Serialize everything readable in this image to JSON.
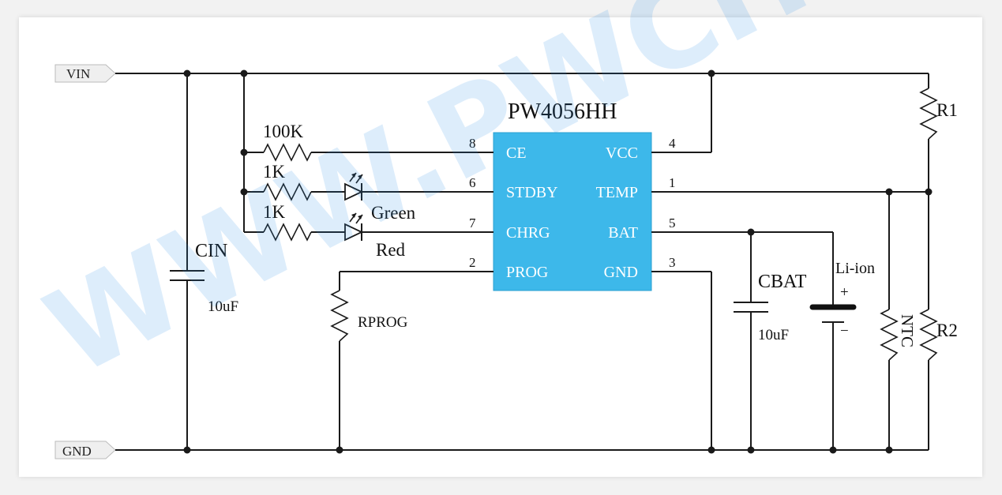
{
  "ports": {
    "vin": "VIN",
    "gnd": "GND"
  },
  "ic": {
    "name": "PW4056HH",
    "fill": "#3db8ea",
    "left_pins": [
      {
        "num": "8",
        "name": "CE"
      },
      {
        "num": "6",
        "name": "STDBY"
      },
      {
        "num": "7",
        "name": "CHRG"
      },
      {
        "num": "2",
        "name": "PROG"
      }
    ],
    "right_pins": [
      {
        "num": "4",
        "name": "VCC"
      },
      {
        "num": "1",
        "name": "TEMP"
      },
      {
        "num": "5",
        "name": "BAT"
      },
      {
        "num": "3",
        "name": "GND"
      }
    ]
  },
  "components": {
    "cin": {
      "name": "CIN",
      "value": "10uF"
    },
    "r_ce": "100K",
    "r_stdby": "1K",
    "r_chrg": "1K",
    "led_green": "Green",
    "led_red": "Red",
    "rprog": "RPROG",
    "cbat": {
      "name": "CBAT",
      "value": "10uF"
    },
    "battery": {
      "name": "Li-ion",
      "plus": "+",
      "minus": "−"
    },
    "ntc": "NTC",
    "r1": "R1",
    "r2": "R2"
  },
  "watermark": "WWW.PWCHIP",
  "colors": {
    "wire": "#1a1a1a",
    "ic": "#3db8ea",
    "watermark": "#2a8ee6"
  }
}
